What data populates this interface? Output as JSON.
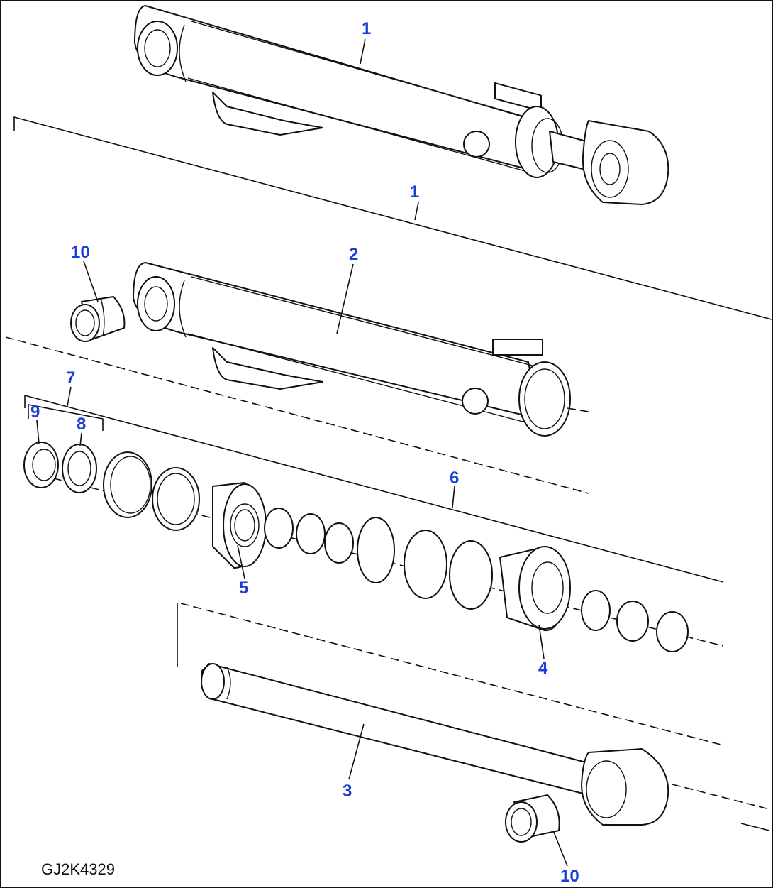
{
  "diagram": {
    "callouts": [
      "1",
      "1",
      "2",
      "10",
      "7",
      "9",
      "8",
      "6",
      "5",
      "4",
      "3",
      "10"
    ],
    "drawing_code": "GJ2K4329",
    "colors": {
      "callout": "#1a3fd6",
      "line": "#111111",
      "background": "#ffffff"
    }
  }
}
